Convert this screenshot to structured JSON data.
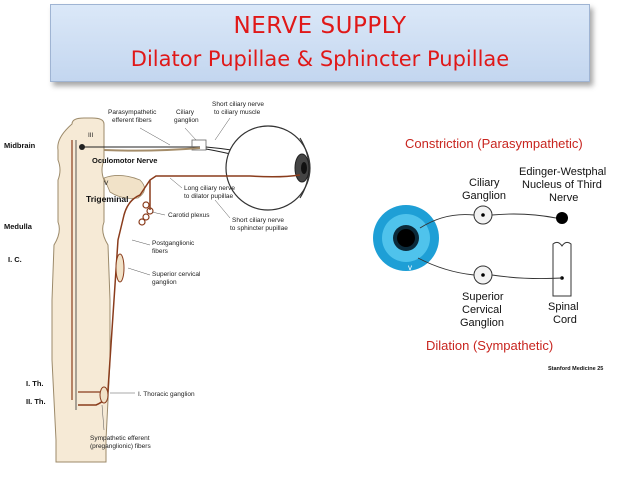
{
  "title": {
    "line1": "NERVE SUPPLY",
    "line2": "Dilator Pupillae & Sphincter Pupillae"
  },
  "left_diagram": {
    "labels": {
      "parasympathetic_efferent": [
        "Parasympathetic",
        "efferent fibers"
      ],
      "ciliary_ganglion": [
        "Ciliary",
        "ganglion"
      ],
      "short_ciliary_muscle": [
        "Short ciliary nerve",
        "to ciliary muscle"
      ],
      "iii": "III",
      "midbrain": "Midbrain",
      "oculomotor": "Oculomotor Nerve",
      "v": "V",
      "trigeminal": "Trigeminal",
      "long_ciliary": [
        "Long ciliary nerve",
        "to dilator pupillae"
      ],
      "carotid_plexus": "Carotid plexus",
      "short_ciliary_sphincter": [
        "Short ciliary nerve",
        "to sphincter pupillae"
      ],
      "medulla": "Medulla",
      "postganglionic": [
        "Postganglionic",
        "fibers"
      ],
      "ic": "I. C.",
      "superior_cervical": [
        "Superior cervical",
        "ganglion"
      ],
      "ith": "I. Th.",
      "iith": "II. Th.",
      "thoracic_ganglion": "I. Thoracic ganglion",
      "sympathetic_efferent": [
        "Sympathetic efferent",
        "(preganglionic) fibers"
      ]
    }
  },
  "right_diagram": {
    "constriction": "Constriction (Parasympathetic)",
    "ciliary_ganglion": [
      "Ciliary",
      "Ganglion"
    ],
    "edinger": [
      "Edinger-Westphal",
      "Nucleus of Third",
      "Nerve"
    ],
    "superior_cervical": [
      "Superior",
      "Cervical",
      "Ganglion"
    ],
    "spinal_cord": [
      "Spinal",
      "Cord"
    ],
    "dilation": "Dilation (Sympathetic)",
    "credit": "Stanford Medicine 25"
  },
  "colors": {
    "title_red": "#e01818",
    "heading_red": "#c8251f",
    "nerve_brown": "#8a3c1c",
    "iris_blue": "#1e9fd6"
  }
}
